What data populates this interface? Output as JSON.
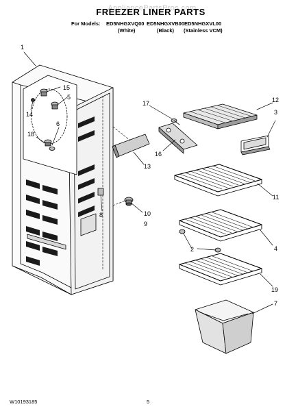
{
  "header": {
    "watermark": "AppliancePartsPros.com",
    "title": "FREEZER LINER PARTS",
    "models_label": "For Models:",
    "models": [
      "ED5NHGXVQ00",
      "ED5NHGXVB00",
      "ED5NHGXVL00"
    ],
    "variants": [
      "(White)",
      "(Black)",
      "(Stainless VCM)"
    ]
  },
  "callouts": {
    "c1": "1",
    "c15": "15",
    "c5": "5",
    "c14": "14",
    "c18": "18",
    "c6": "6",
    "c17": "17",
    "c12": "12",
    "c3": "3",
    "c16": "16",
    "c13": "13",
    "c11": "11",
    "c10": "10",
    "c9": "9",
    "c8": "8",
    "c2": "2",
    "c4": "4",
    "c19": "19",
    "c7": "7"
  },
  "footer": {
    "doc_number": "W10193185",
    "page": "5"
  }
}
